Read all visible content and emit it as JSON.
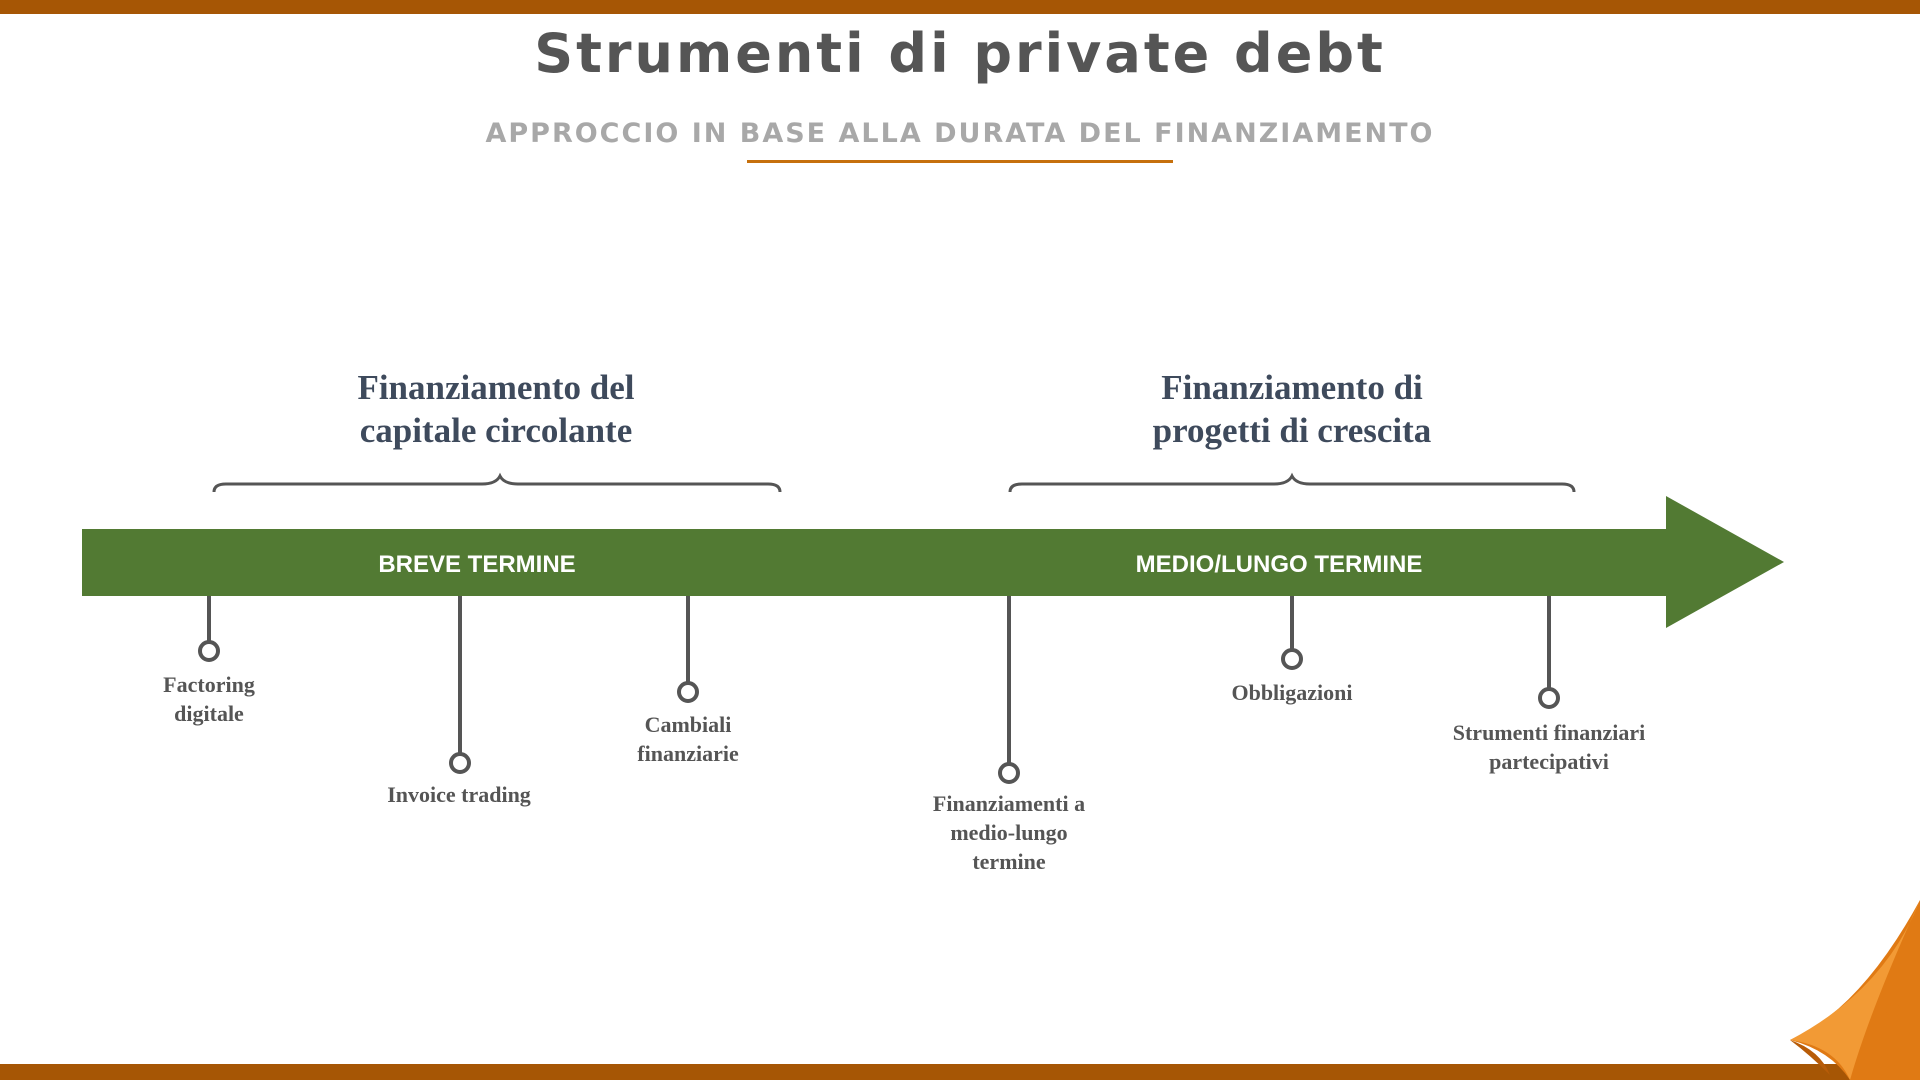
{
  "slide": {
    "title": "Strumenti di private debt",
    "subtitle": "APPROCCIO IN BASE ALLA DURATA DEL FINANZIAMENTO"
  },
  "groups": [
    {
      "title": "Finanziamento del\ncapitale circolante"
    },
    {
      "title": "Finanziamento di\nprogetti di crescita"
    }
  ],
  "timeline": {
    "segments": [
      {
        "label": "BREVE TERMINE"
      },
      {
        "label": "MEDIO/LUNGO TERMINE"
      }
    ],
    "items": [
      {
        "label": "Factoring\ndigitale"
      },
      {
        "label": "Invoice trading"
      },
      {
        "label": "Cambiali\nfinanziarie"
      },
      {
        "label": "Finanziamenti a\nmedio-lungo\ntermine"
      },
      {
        "label": "Obbligazioni"
      },
      {
        "label": "Strumenti finanziari\npartecipativi"
      }
    ]
  },
  "colors": {
    "accent_bar": "#a65605",
    "arrow": "#527a33",
    "group_title": "#3e4a5c",
    "item_text": "#555555",
    "connector": "#555555"
  },
  "logo": {
    "icon": "page-curl-info-icon"
  }
}
